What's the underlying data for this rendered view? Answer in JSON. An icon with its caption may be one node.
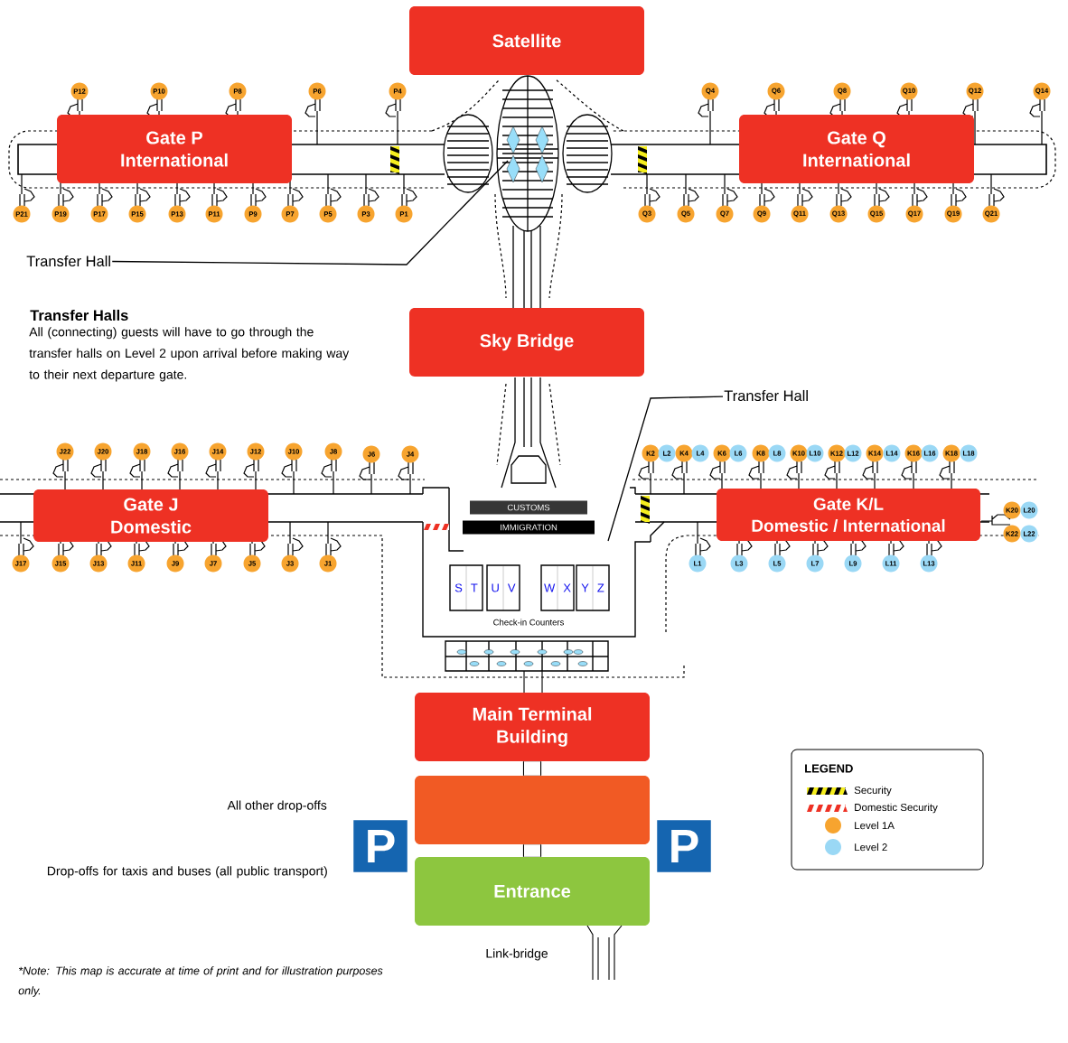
{
  "diagram": {
    "nodes": [
      {
        "text": [
          "Satellite"
        ]
      },
      {
        "text": [
          "Gate P International"
        ]
      },
      {
        "text": [
          "Gate Q International"
        ]
      },
      {
        "text": [
          "Transfer Hall"
        ]
      },
      {
        "text": [
          "Sky Bridge"
        ]
      },
      {
        "text": [
          "Transfer Hall"
        ]
      },
      {
        "text": [
          "Gate J Domestic"
        ]
      },
      {
        "text": [
          "Gate K/L Domestic / International"
        ]
      },
      {
        "text": [
          "CUSTOMS"
        ]
      },
      {
        "text": [
          "IMMIGRATION"
        ]
      },
      {
        "text": [
          "S",
          "T"
        ]
      },
      {
        "text": [
          "U",
          "V"
        ]
      },
      {
        "text": [
          "W",
          "X"
        ]
      },
      {
        "text": [
          "Y",
          "Z"
        ]
      },
      {
        "text": [
          "Main Terminal Building"
        ]
      },
      {
        "text": [],
        "shape": "box"
      },
      {
        "text": [
          "P"
        ]
      },
      {
        "text": [
          "P"
        ]
      },
      {
        "text": [
          "Entrance"
        ]
      }
    ],
    "edges": [
      {
        "from": 3,
        "to": null,
        "arrow": "none"
      },
      {
        "from": 5,
        "to": null,
        "arrow": "none"
      },
      {
        "from": 14,
        "to": 15,
        "arrow": "none",
        "style": "thick"
      },
      {
        "from": 15,
        "to": 18,
        "arrow": "none",
        "style": "thick"
      }
    ],
    "labels": [
      "P12",
      "P10",
      "P8",
      "P6",
      "P4",
      "Q4",
      "Q6",
      "Q8",
      "Q10",
      "Q12",
      "Q14",
      "P21",
      "P19",
      "P17",
      "P15",
      "P13",
      "P11",
      "P9",
      "P7",
      "P5",
      "P3",
      "P1",
      "Q3",
      "Q5",
      "Q7",
      "Q9",
      "Q11",
      "Q13",
      "Q15",
      "Q17",
      "Q19",
      "Q21",
      "Transfer Halls",
      "All (connecting) guests will have to go through the transfer halls on Level 2 upon arrival before making way to their next departure gate.",
      "J22",
      "J20",
      "J18",
      "J16",
      "J14",
      "J12",
      "J10",
      "J8",
      "J6",
      "J4",
      "K2",
      "L2",
      "K4",
      "L4",
      "K6",
      "L6",
      "K8",
      "L8",
      "K10",
      "L10",
      "K12",
      "L12",
      "K14",
      "L14",
      "K16",
      "L16",
      "K18",
      "L18",
      "K20",
      "L20",
      "K22",
      "L22",
      "J17",
      "J15",
      "J13",
      "J11",
      "J9",
      "J7",
      "J5",
      "J3",
      "J1",
      "L1",
      "L3",
      "L5",
      "L7",
      "L9",
      "L11",
      "L13",
      "Check-in Counters",
      "LEGEND",
      "All other drop-offs",
      "Drop-offs for taxis and buses (all public transport)",
      "Link-bridge",
      "*Note: This map is accurate at time of print and for illustration purposes only."
    ],
    "legend": [
      {
        "text": "Security"
      },
      {
        "text": "Domestic Security"
      },
      {
        "text": "Level 1A",
        "color": "#f7a42f"
      },
      {
        "text": "Level 2",
        "color": "#9ad8f5"
      }
    ]
  }
}
